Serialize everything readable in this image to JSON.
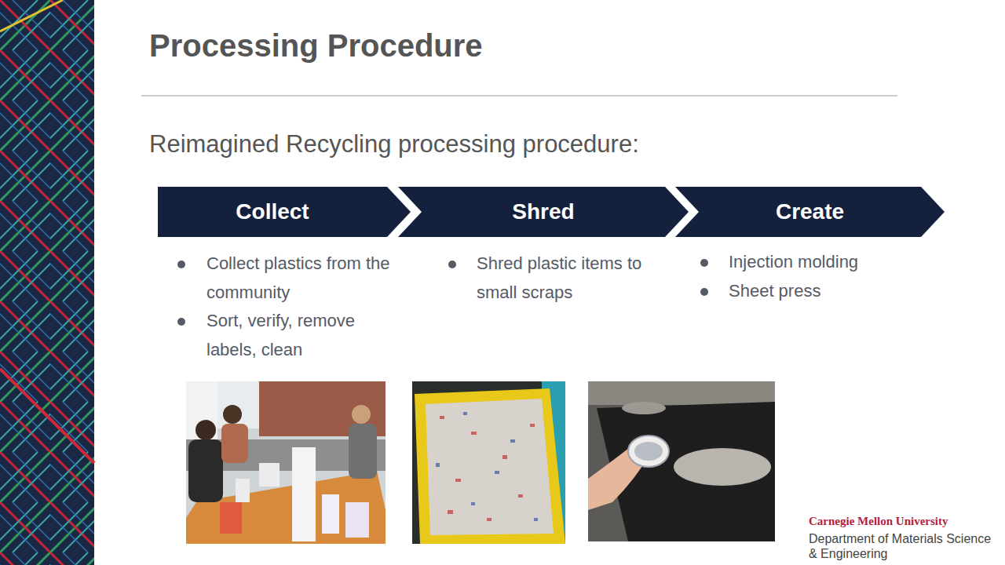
{
  "diagram": {
    "title": "Processing Procedure",
    "nodes": [
      {
        "text": [
          "Collect"
        ]
      },
      {
        "text": [
          "Shred"
        ]
      },
      {
        "text": [
          "Create"
        ]
      }
    ],
    "labels": [
      "Reimagined Recycling processing procedure:",
      "Collect plastics from the community",
      "Sort, verify, remove labels, clean",
      "Shred plastic items to small scraps",
      "Injection molding",
      "Sheet press",
      "Carnegie Mellon University",
      "Department of Materials Science & Engineering"
    ]
  }
}
